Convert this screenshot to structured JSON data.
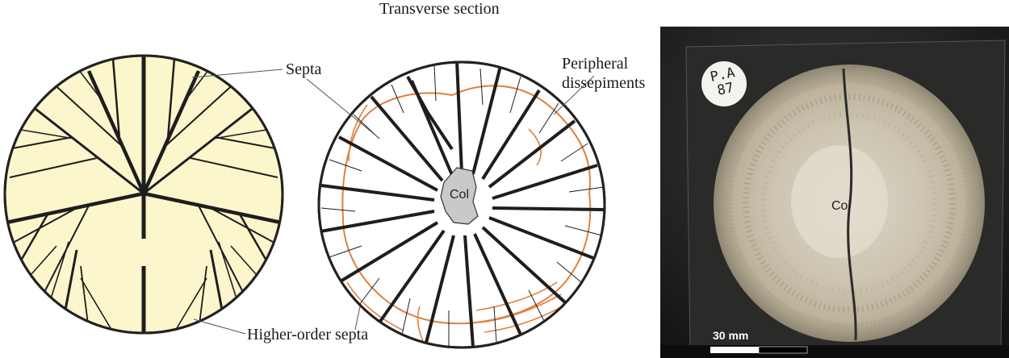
{
  "title": "Transverse section",
  "labels": {
    "septa": "Septa",
    "peripheral_line1": "Peripheral",
    "peripheral_line2": "dissepiments",
    "higher_order": "Higher-order septa",
    "col_diagram": "Col",
    "col_photo": "Col"
  },
  "photo": {
    "scale_bar_label": "30 mm",
    "specimen_tag_line1": "P.A",
    "specimen_tag_line2": "87"
  },
  "colors": {
    "left_fill": "#fcf6cc",
    "line": "#222222",
    "dissepiment": "#e0803d",
    "columella": "#c9c9c9"
  }
}
